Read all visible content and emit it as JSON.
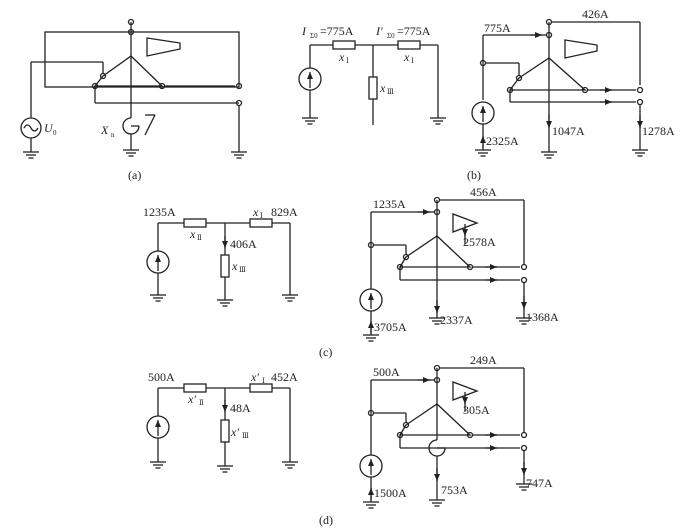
{
  "panel_a": {
    "caption": "(a)",
    "source_label": "U",
    "source_sub": "0",
    "reactance_label": "X",
    "reactance_sub": "n"
  },
  "panel_b": {
    "caption": "(b)",
    "eq": {
      "left_label": "I",
      "left_sub": "Σ0",
      "left_value": "=775A",
      "right_label": "I′",
      "right_sub": "Σ0",
      "right_value": "=775A",
      "x1": "x",
      "x1_sub": "Ⅰ",
      "x2": "x",
      "x2_sub": "Ⅰ",
      "x3": "x",
      "x3_sub": "Ⅲ"
    },
    "tr": {
      "i_in": "775A",
      "i_top": "426A",
      "i_src": "2325A",
      "i_mid": "1047A",
      "i_right": "1278A"
    }
  },
  "panel_c": {
    "caption": "(c)",
    "eq": {
      "i_left": "1235A",
      "i_right": "829A",
      "i_down": "406A",
      "x_left": "x",
      "x_left_sub": "Ⅱ",
      "x_right": "x",
      "x_right_sub": "Ⅰ",
      "x_down": "x",
      "x_down_sub": "Ⅲ"
    },
    "tr": {
      "i_in": "1235A",
      "i_top": "456A",
      "i_tri": "2578A",
      "i_src": "3705A",
      "i_mid": "2337A",
      "i_right": "1368A"
    }
  },
  "panel_d": {
    "caption": "(d)",
    "eq": {
      "i_left": "500A",
      "i_right": "452A",
      "i_down": "48A",
      "x_left": "x′",
      "x_left_sub": "Ⅱ",
      "x_right": "x′",
      "x_right_sub": "Ⅰ",
      "x_down": "x′",
      "x_down_sub": "Ⅲ"
    },
    "tr": {
      "i_in": "500A",
      "i_top": "249A",
      "i_tri": "305A",
      "i_src": "1500A",
      "i_mid": "753A",
      "i_right": "747A"
    }
  }
}
